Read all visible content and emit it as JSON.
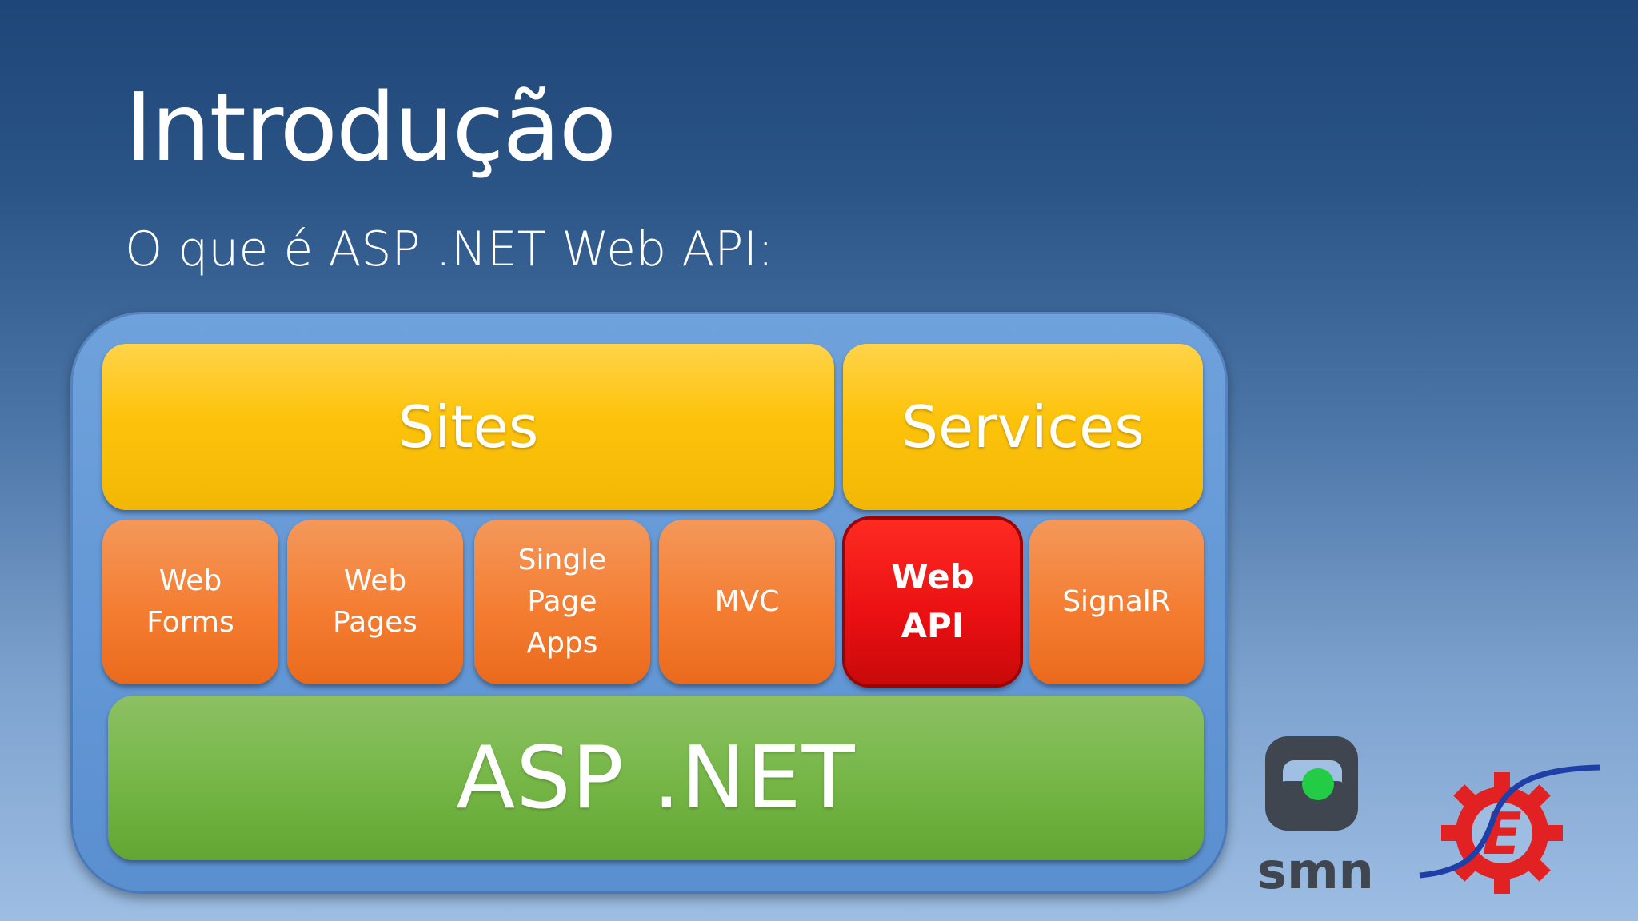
{
  "slide": {
    "title": "Introdução",
    "subtitle": "O que é ASP .NET Web API:"
  },
  "diagram": {
    "top_row": [
      "Sites",
      "Services"
    ],
    "middle_row": [
      "Web\nForms",
      "Web\nPages",
      "Single\nPage\nApps",
      "MVC",
      "Web\nAPI",
      "SignalR"
    ],
    "highlighted": "Web\nAPI",
    "bottom": "ASP .NET"
  },
  "logos": {
    "smn_text": "smn"
  },
  "colors": {
    "frame": "#5a8fd0",
    "yellow": "#fdc30b",
    "orange": "#f47d32",
    "red": "#e90f12",
    "green": "#76b748"
  }
}
